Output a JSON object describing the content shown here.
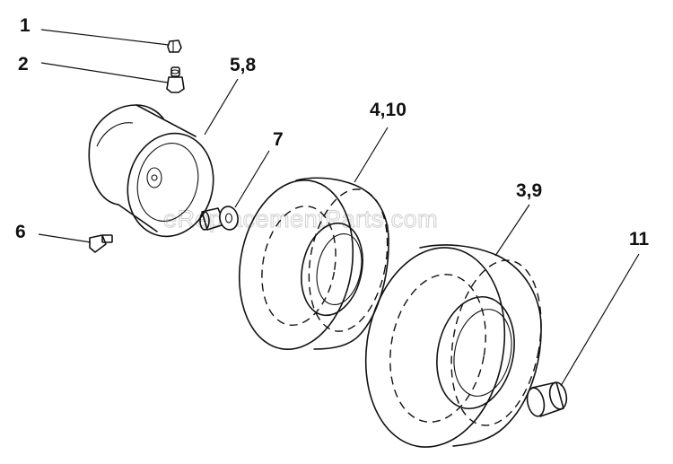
{
  "callouts": {
    "c1": "1",
    "c2": "2",
    "c58": "5,8",
    "c7": "7",
    "c410": "4,10",
    "c39": "3,9",
    "c6": "6",
    "c11": "11"
  },
  "watermark": "eReplacementParts.com"
}
